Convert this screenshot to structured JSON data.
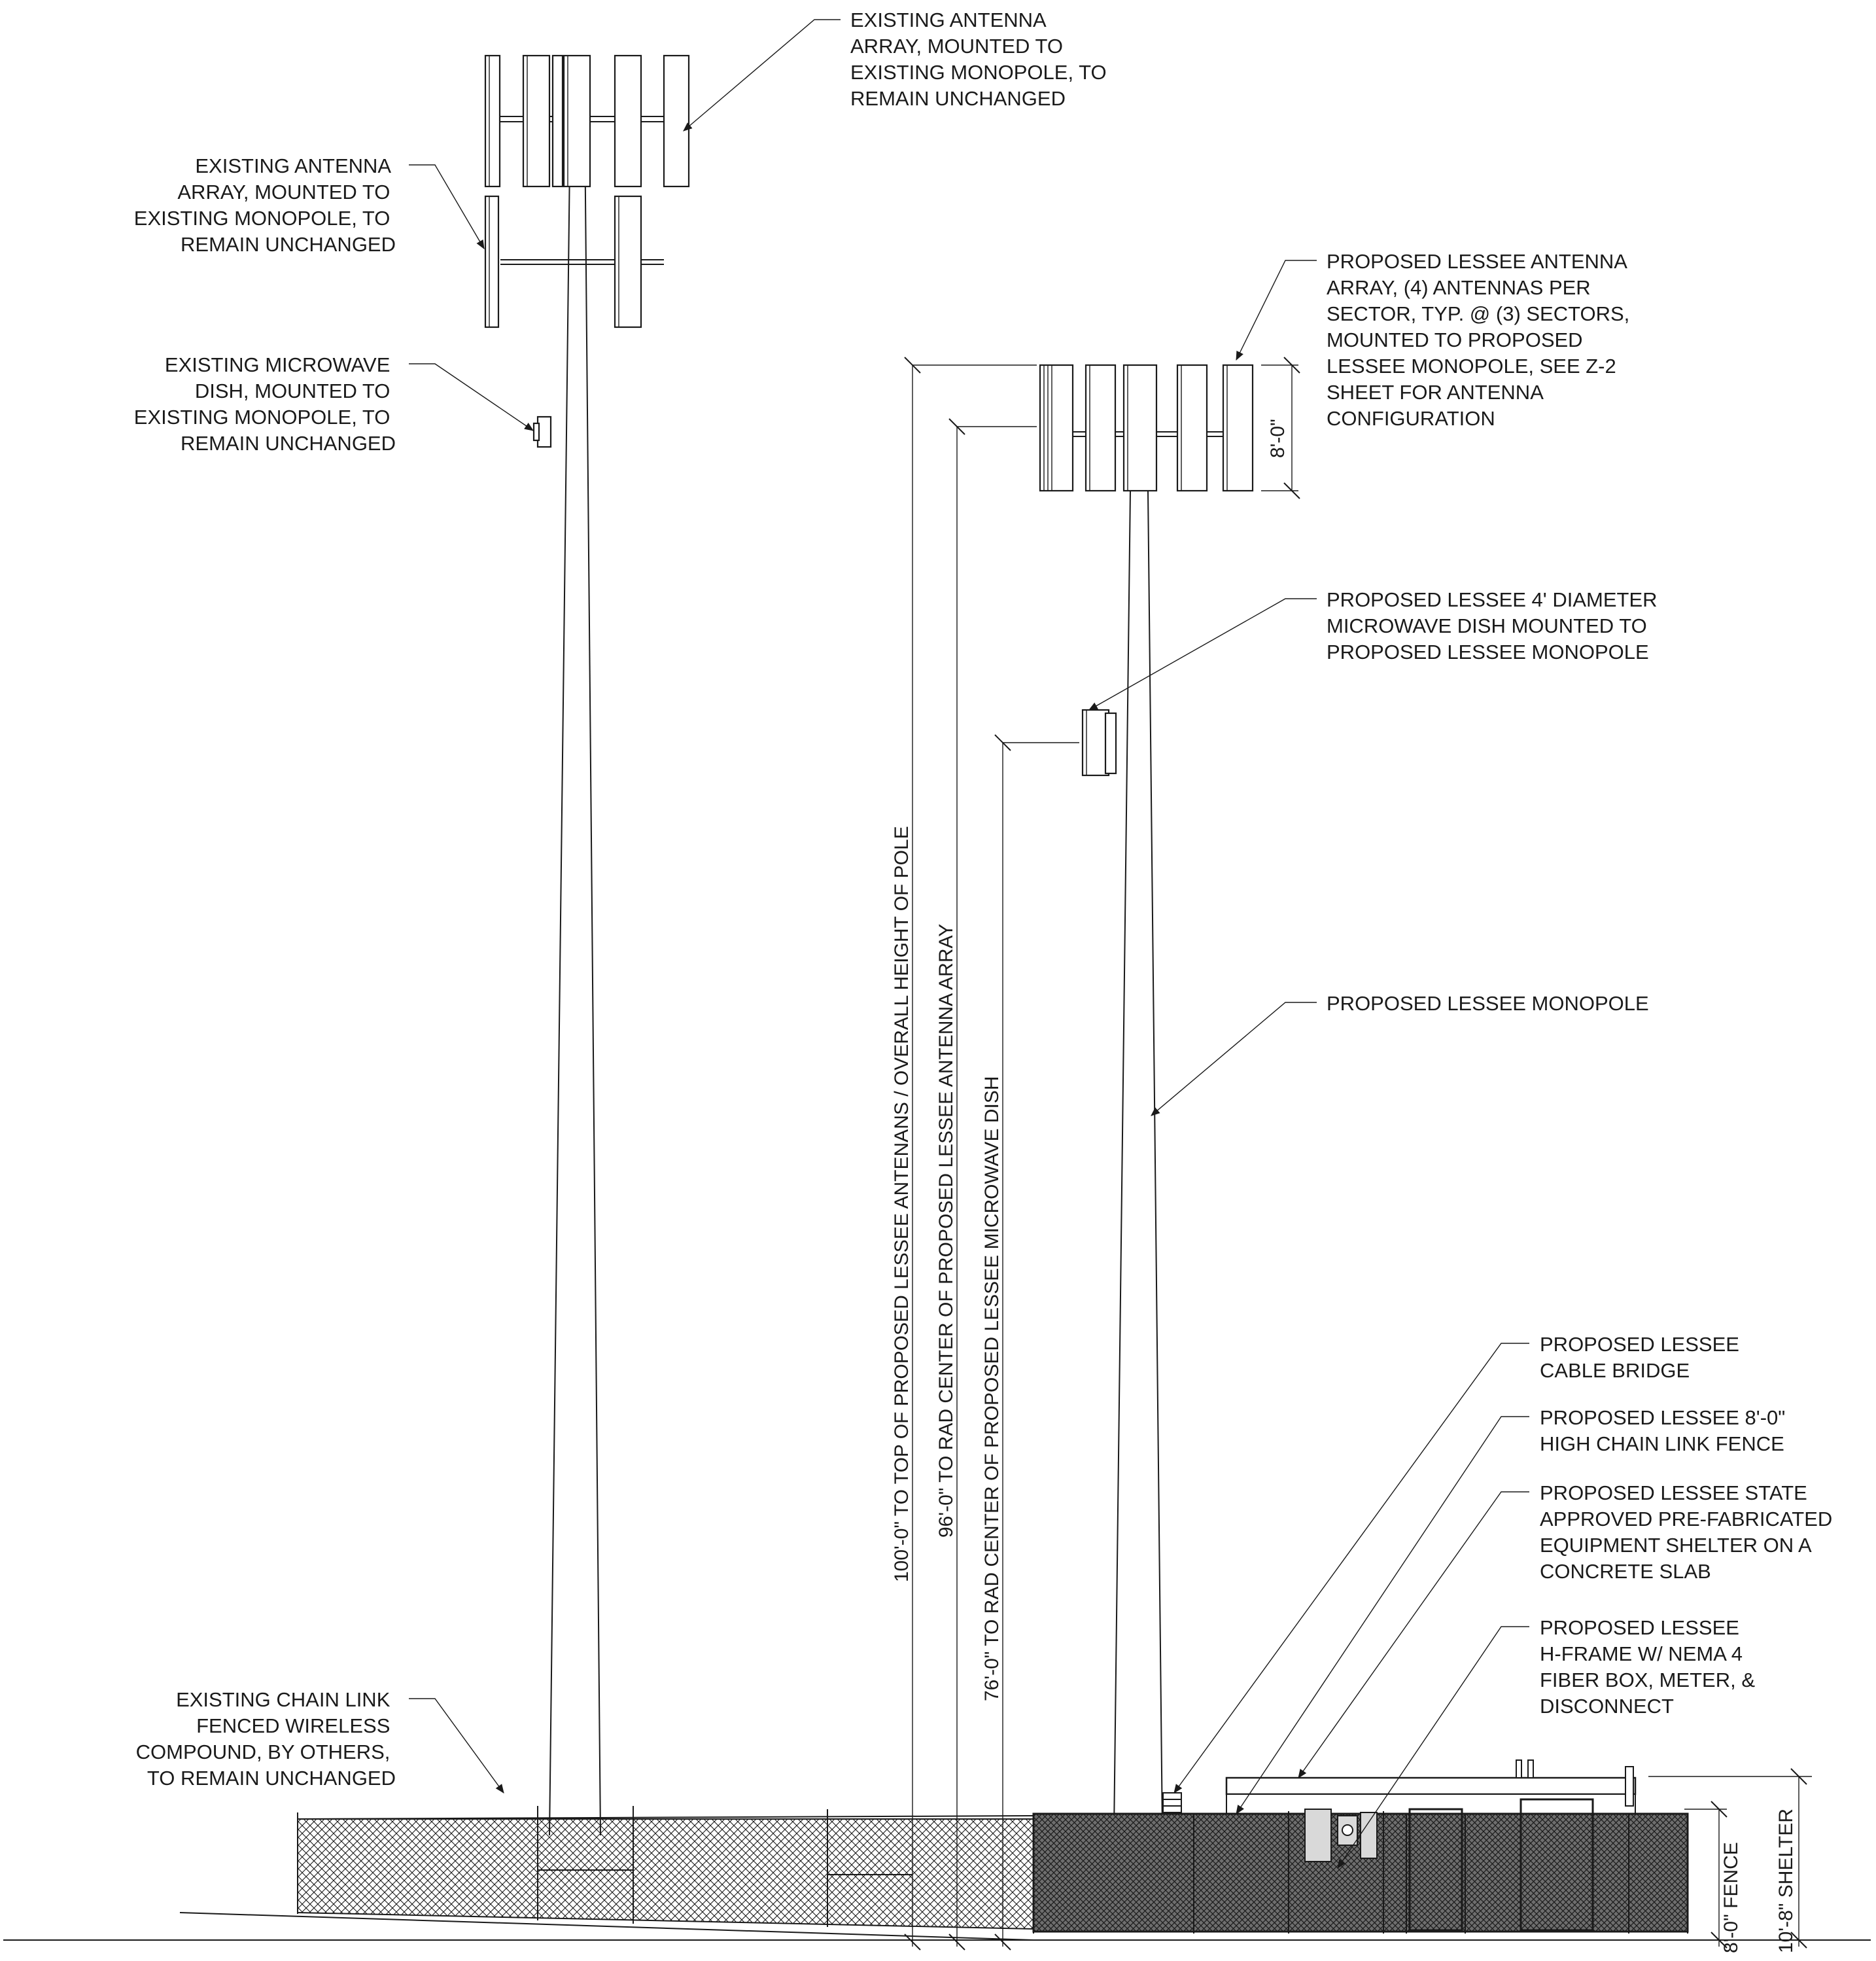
{
  "notes": {
    "existing_antenna_top": [
      "EXISTING ANTENNA",
      "ARRAY, MOUNTED TO",
      "EXISTING MONOPOLE, TO",
      "REMAIN UNCHANGED"
    ],
    "existing_antenna_left": [
      "EXISTING ANTENNA",
      "ARRAY, MOUNTED TO",
      "EXISTING MONOPOLE, TO",
      "REMAIN UNCHANGED"
    ],
    "existing_microwave": [
      "EXISTING MICROWAVE",
      "DISH, MOUNTED TO",
      "EXISTING MONOPOLE, TO",
      "REMAIN UNCHANGED"
    ],
    "proposed_antenna": [
      "PROPOSED LESSEE ANTENNA",
      "ARRAY, (4) ANTENNAS PER",
      "SECTOR, TYP. @ (3) SECTORS,",
      "MOUNTED TO PROPOSED",
      "LESSEE MONOPOLE, SEE Z-2",
      "SHEET FOR ANTENNA",
      "CONFIGURATION"
    ],
    "proposed_dish": [
      "PROPOSED LESSEE 4' DIAMETER",
      "MICROWAVE DISH MOUNTED TO",
      "PROPOSED LESSEE MONOPOLE"
    ],
    "proposed_monopole": [
      "PROPOSED LESSEE MONOPOLE"
    ],
    "cable_bridge": [
      "PROPOSED LESSEE",
      "CABLE BRIDGE"
    ],
    "chain_link_fence": [
      "PROPOSED LESSEE 8'-0\"",
      "HIGH CHAIN LINK FENCE"
    ],
    "equipment_shelter": [
      "PROPOSED LESSEE STATE",
      "APPROVED PRE-FABRICATED",
      "EQUIPMENT SHELTER ON A",
      "CONCRETE SLAB"
    ],
    "h_frame": [
      "PROPOSED LESSEE",
      "H-FRAME W/ NEMA 4",
      "FIBER BOX, METER, &",
      "DISCONNECT"
    ],
    "existing_compound": [
      "EXISTING CHAIN LINK",
      "FENCED WIRELESS",
      "COMPOUND, BY OTHERS,",
      "TO REMAIN UNCHANGED"
    ]
  },
  "dimensions": {
    "top_of_antennas": "100'-0\" TO TOP OF PROPOSED LESSEE ANTENANS / OVERALL HEIGHT OF POLE",
    "rad_center_array": "96'-0\" TO RAD CENTER OF PROPOSED LESSEE ANTENNA ARRAY",
    "rad_center_dish": "76'-0\" TO RAD CENTER OF PROPOSED LESSEE MICROWAVE DISH",
    "antenna_height": "8'-0\"",
    "fence_height": "8'-0\" FENCE",
    "shelter_height": "10'-8\" SHELTER"
  },
  "colors": {
    "ink": "#1a1a1a",
    "paper": "#ffffff"
  }
}
